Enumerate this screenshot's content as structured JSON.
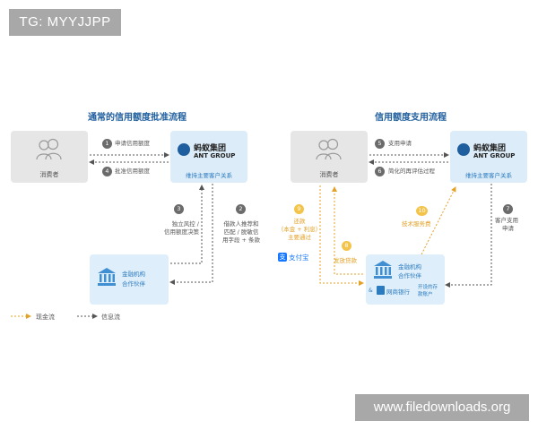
{
  "watermark_top": "TG: MYYJJPP",
  "watermark_bottom": "www.filedownloads.org",
  "left_diagram": {
    "title": "通常的信用额度批准流程",
    "consumer_label": "消费者",
    "ant_label": "蚂蚁集团",
    "ant_en": "ANT GROUP",
    "ant_subtitle": "维持主要客户关系",
    "bank_label_1": "金融机构",
    "bank_label_2": "合作伙伴",
    "steps": [
      {
        "num": "1",
        "text": "申请信用额度"
      },
      {
        "num": "4",
        "text": "批准信用额度"
      },
      {
        "num": "3",
        "line1": "独立风控 /",
        "line2": "信用额度决策"
      },
      {
        "num": "2",
        "line1": "借款人推荐和",
        "line2": "匹配 / 脱敏信",
        "line3": "用字段 + 条款"
      }
    ]
  },
  "right_diagram": {
    "title": "信用额度支用流程",
    "consumer_label": "消费者",
    "ant_label": "蚂蚁集团",
    "ant_en": "ANT GROUP",
    "ant_subtitle": "维持主要客户关系",
    "bank_label_1": "金融机构",
    "bank_label_2": "合作伙伴",
    "bank_sub_1": "开设的存",
    "bank_sub_2": "款账户",
    "mybank_label": "网商银行",
    "alipay_label": "支付宝",
    "steps": [
      {
        "num": "5",
        "text": "支用申请"
      },
      {
        "num": "6",
        "text": "简化的再评估过程"
      },
      {
        "num": "7",
        "line1": "客户支用",
        "line2": "申请"
      },
      {
        "num": "8",
        "text": "发放贷款"
      },
      {
        "num": "9",
        "line1": "还款",
        "line2": "（本金 + 利息）",
        "line3": "主要通过"
      },
      {
        "num": "10",
        "text": "技术服务费"
      }
    ]
  },
  "legend": {
    "cash_flow": "现金流",
    "info_flow": "信息流"
  },
  "colors": {
    "cash": "#e3a126",
    "info": "#555555",
    "ant_blue": "#1f5e9e"
  }
}
